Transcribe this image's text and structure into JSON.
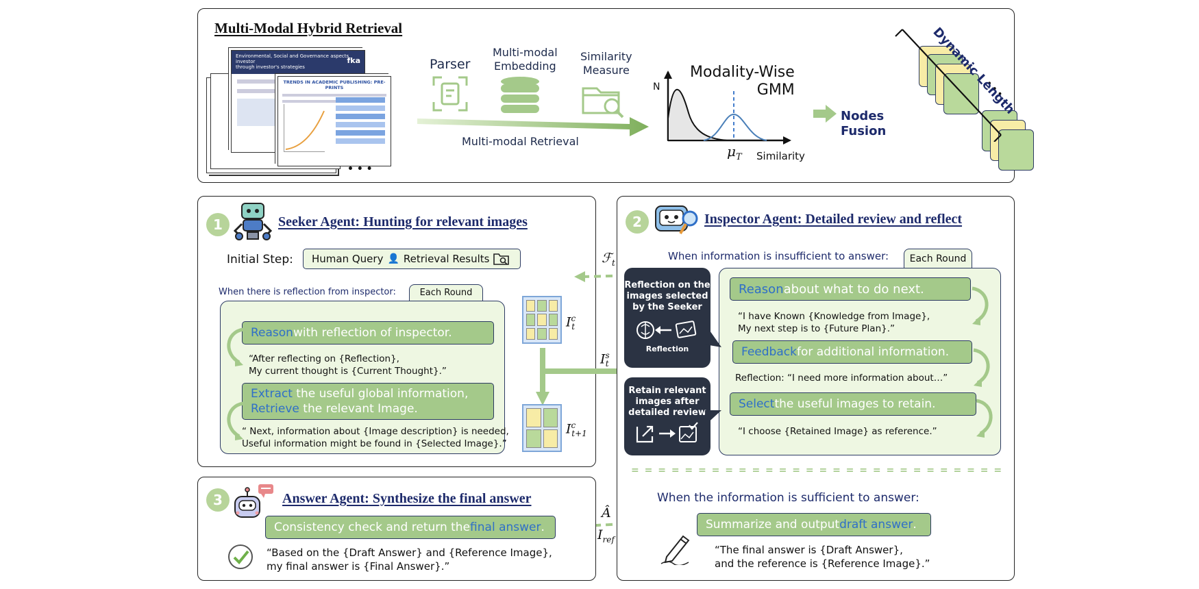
{
  "top": {
    "title": "Multi-Modal Hybrid Retrieval",
    "doc_headline_1": "Environmental, Social and Governance aspects investor",
    "doc_headline_2": "through investor's strategies",
    "doc_logo": "fka",
    "doc_card_title": "TRENDS IN ACADEMIC PUBLISHING: PRE-PRINTS",
    "doc_ellipsis": "• • •",
    "parser_label": "Parser",
    "embedding_label": "Multi-modal\nEmbedding",
    "similarity_label": "Similarity\nMeasure",
    "retrieval_label": "Multi-modal Retrieval",
    "gmm_title": "Modality-Wise\nGMM",
    "gmm_y_axis": "N",
    "gmm_x_axis": "Similarity",
    "gmm_mu": "μ",
    "gmm_mu_sub": "T",
    "nodes_fusion": "Nodes\nFusion",
    "dynamic_length": "Dynamic Length",
    "dots": "• • •"
  },
  "seeker": {
    "number": "1",
    "title_bold": "Seeker Agent:",
    "title_rest": " Hunting for relevant images",
    "initial_step": "Initial Step:",
    "human_query": "Human Query",
    "retrieval_results": "Retrieval Results",
    "reflection_caption": "When there is reflection from inspector:",
    "each_round": "Each Round",
    "bar1_kw": "Reason",
    "bar1_rest": " with reflection of inspector.",
    "quote1": "“After reflecting on {Reflection},\nMy current thought is {Current Thought}.”",
    "bar2_kw1": "Extract",
    "bar2_rest1": " the useful global information,",
    "bar2_kw2": "Retrieve",
    "bar2_rest2": " the relevant Image.",
    "quote2": "“ Next, information about {Image description} is needed,\nUseful information might be found in {Selected Image}.”"
  },
  "mid": {
    "ic_t": "I",
    "ic_t_sup": "c",
    "ic_t_sub": "t",
    "is_t": "I",
    "is_t_sup": "s",
    "is_t_sub": "t",
    "ic_t1": "I",
    "ic_t1_sup": "c",
    "ic_t1_sub": "t+1",
    "f_t": "ℱ",
    "f_t_sub": "t",
    "a_hat": "Â",
    "i_ref": "I",
    "i_ref_sub": "ref"
  },
  "inspector": {
    "number": "2",
    "title_bold": "Inspector Agent:",
    "title_rest": " Detailed review and reflect",
    "insufficient_caption": "When information is insufficient to answer:",
    "each_round": "Each Round",
    "bar1_kw": "Reason",
    "bar1_rest": " about what to do next.",
    "quote1": "“I have Known {Knowledge from Image},\nMy next step is to {Future Plan}.”",
    "bar2_kw": "Feedback",
    "bar2_rest": " for additional information.",
    "quote2": "Reflection: “I need more information about…”",
    "bar3_kw": "Select",
    "bar3_rest": " the useful images to retain.",
    "quote3": "“I choose {Retained Image} as reference.”",
    "dark1_text": "Reflection on the\nimages selected\nby the Seeker",
    "dark1_caption": "Reflection",
    "dark2_text": "Retain relevant\nimages after\ndetailed review",
    "divider": "= = = = = = = = = = = = = = = = = = = = = = = = = = = = = = = = = = =",
    "sufficient_caption": "When the information is sufficient to answer:",
    "summary_rest": "Summarize and output ",
    "summary_kw": "draft answer",
    "summary_end": ".",
    "quote4": "“The final answer is {Draft Answer},\nand the reference is {Reference Image}.”"
  },
  "answer": {
    "number": "3",
    "title_bold": "Answer Agent:",
    "title_rest": " Synthesize the final answer",
    "bar_rest": "Consistency check and return the ",
    "bar_kw": "final answer",
    "bar_end": ".",
    "quote": "“Based on the {Draft Answer} and {Reference Image},\nmy final answer is {Final Answer}.”"
  },
  "colors": {
    "green_bar": "#a4c98a",
    "light_green": "#eef7e2",
    "navy": "#1d2a6b",
    "keyword_blue": "#3478c9",
    "dark_box": "#2b3343",
    "yellow_tile": "#f7eca6",
    "green_tile": "#b9d99b"
  }
}
